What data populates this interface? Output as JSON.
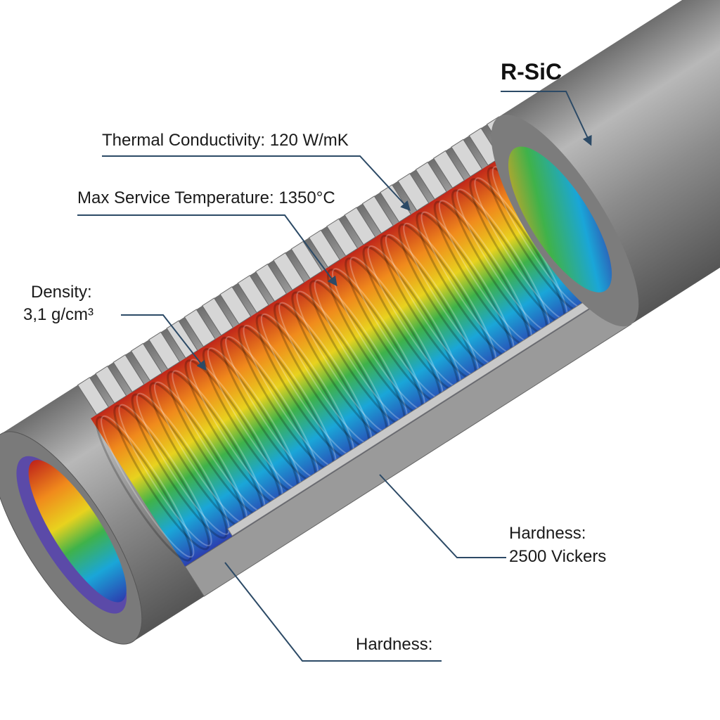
{
  "title": "R-SiC",
  "labels": {
    "thermal": "Thermal Conductivity: 120 W/mK",
    "max_temp": "Max Service Temperature: 1350°C",
    "density_name": "Density:",
    "density_value": "3,1 g/cm³",
    "hardness_name": "Hardness:",
    "hardness_value": "2500 Vickers",
    "hardness_bottom": "Hardness:"
  },
  "colors": {
    "leader": "#2c4a66",
    "shell": "#8a8a8a",
    "rainbow": [
      "#c0261a",
      "#f08a1c",
      "#e8d21e",
      "#3fb24a",
      "#1aa6d8",
      "#2b3fb0"
    ]
  }
}
